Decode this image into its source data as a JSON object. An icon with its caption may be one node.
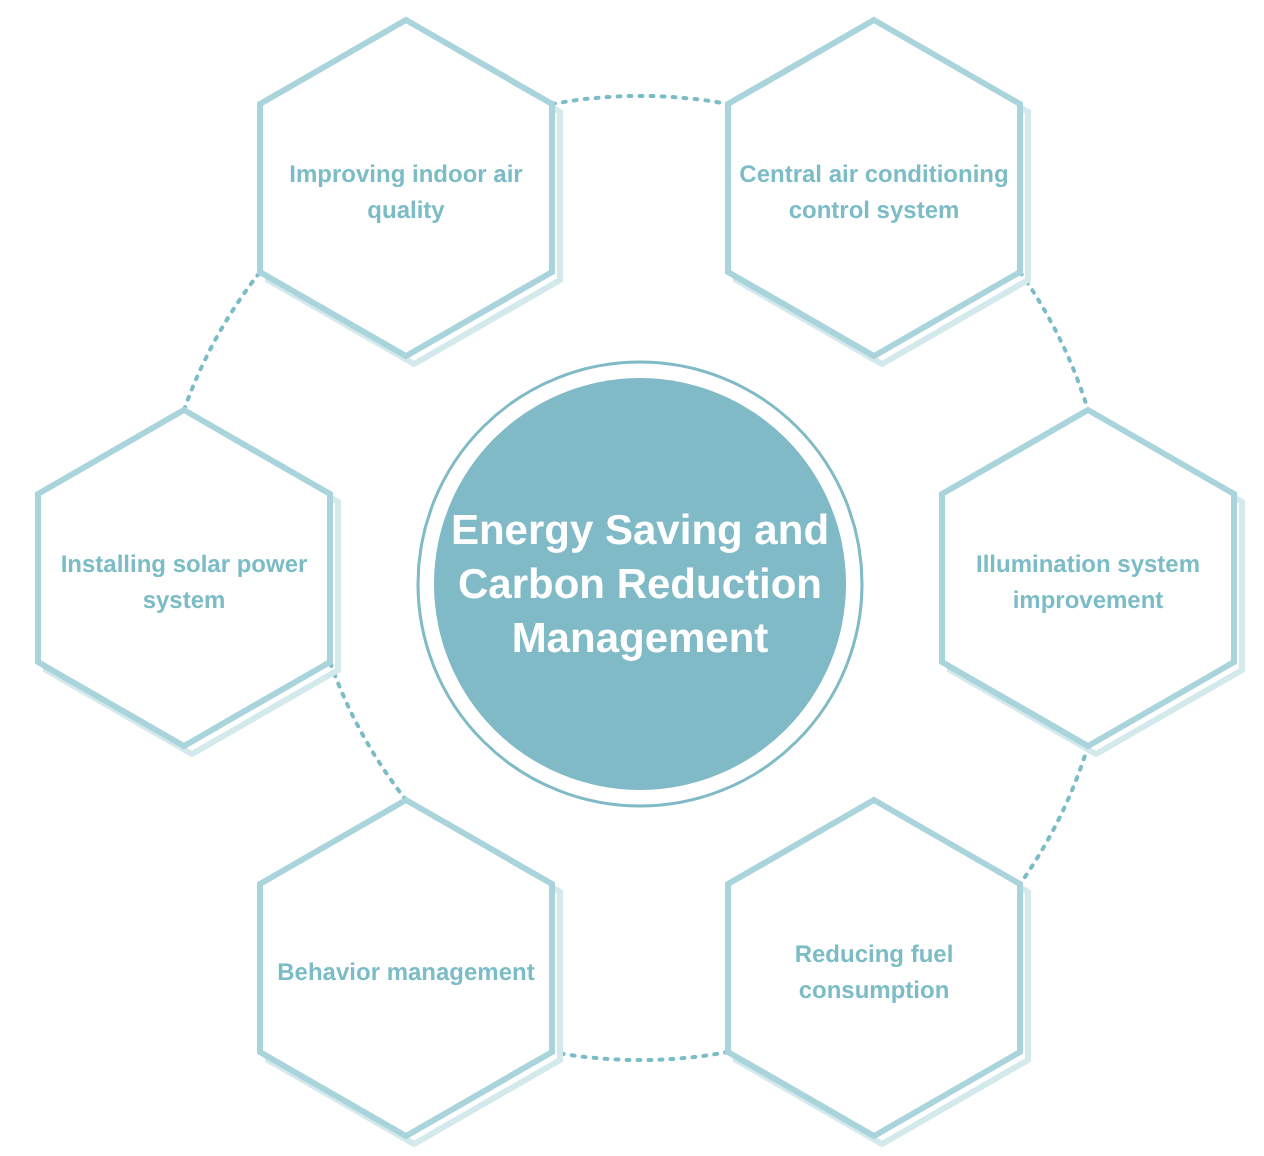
{
  "diagram": {
    "nodes": [
      {
        "text": [
          "Improving indoor air quality"
        ]
      },
      {
        "text": [
          "Central air conditioning control system"
        ]
      },
      {
        "text": [
          "Installing solar power system"
        ]
      },
      {
        "text": [
          "Energy Saving and Carbon Reduction Management"
        ]
      },
      {
        "text": [
          "Illumination system improvement"
        ]
      },
      {
        "text": [
          "Behavior management"
        ]
      },
      {
        "text": [
          "Reducing fuel consumption"
        ]
      }
    ],
    "edges": [
      {
        "from": 0,
        "to": 1,
        "arrow": "none",
        "style": "dashed"
      },
      {
        "from": 1,
        "to": 4,
        "arrow": "none",
        "style": "dashed"
      },
      {
        "from": 4,
        "to": 6,
        "arrow": "none",
        "style": "dashed"
      },
      {
        "from": 6,
        "to": 5,
        "arrow": "none",
        "style": "dashed"
      },
      {
        "from": 5,
        "to": 2,
        "arrow": "none",
        "style": "dashed"
      },
      {
        "from": 2,
        "to": 0,
        "arrow": "none",
        "style": "dashed"
      }
    ]
  }
}
